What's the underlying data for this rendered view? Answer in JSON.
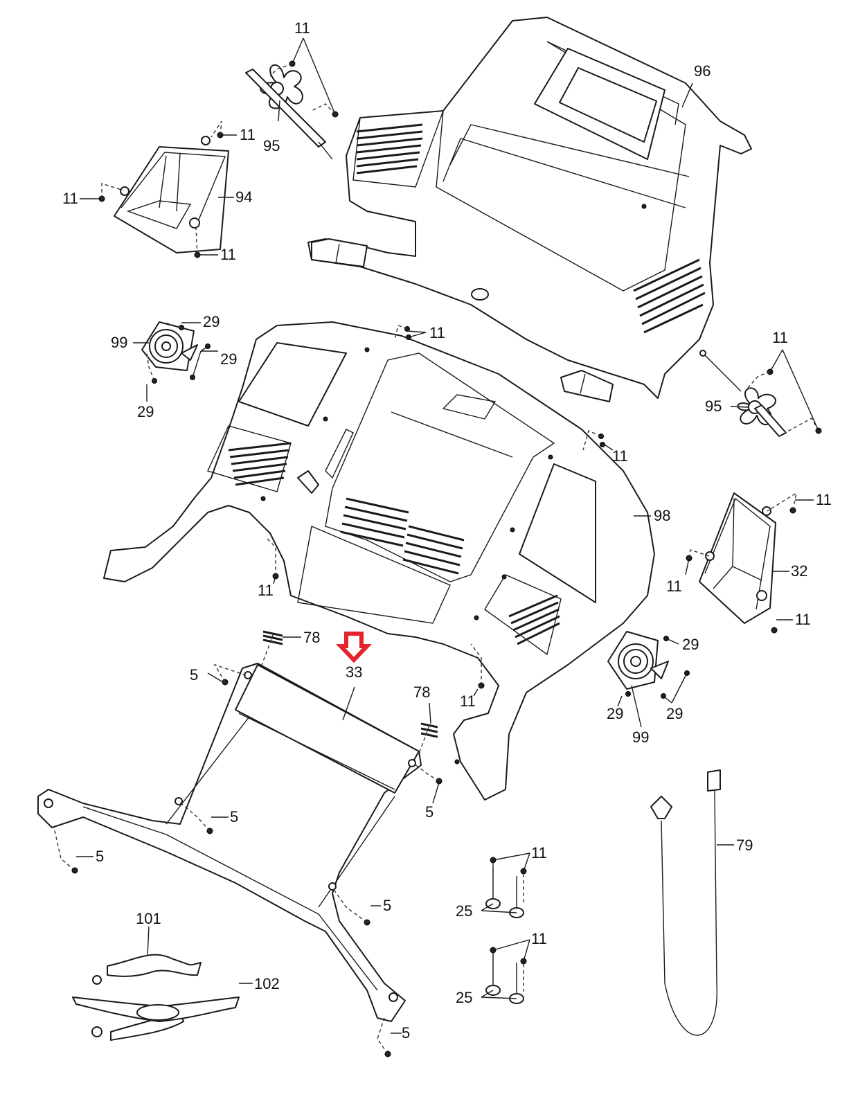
{
  "diagram": {
    "type": "exploded-parts-diagram",
    "highlight": {
      "part": "33",
      "indicator": "red-down-arrow",
      "color": "#e4242a"
    },
    "labels": {
      "fan_top_screws": "11",
      "fan_top": "95",
      "console_top": "96",
      "tray_left_screw_top": "11",
      "tray_left_screw_left": "11",
      "tray_left_screw_bottom": "11",
      "tray_left": "94",
      "speaker_left_top_screw": "29",
      "speaker_left_side_screws": "29",
      "speaker_left_bottom_screw": "29",
      "speaker_left": "99",
      "console_base_top_screws": "11",
      "fan_right_screws": "11",
      "fan_right": "95",
      "console_base_right_screws": "11",
      "console_base": "98",
      "tray_right_screw_top": "11",
      "tray_right_screw_left": "11",
      "tray_right_screw_bottom": "11",
      "tray_right": "32",
      "console_base_left_screw": "11",
      "console_base_bottom_screw": "11",
      "speaker_right_top_screw": "29",
      "speaker_right_bottom_screw": "29",
      "speaker_right_side_screws": "29",
      "speaker_right": "99",
      "clip_left": "78",
      "clip_right": "78",
      "crossbar": "33",
      "bracket_screw_top_left": "5",
      "bracket_screw_top_right": "5",
      "bracket_screw_mid": "5",
      "bracket_screw_left": "5",
      "bracket_screw_lower": "5",
      "bracket_screw_bottom": "5",
      "wire_tie_screws_upper": "11",
      "wire_ties_upper": "25",
      "wire_tie_screws_lower": "11",
      "wire_ties_lower": "25",
      "key_cord": "79",
      "chest_strap": "101",
      "pulse_sensor": "102"
    }
  }
}
